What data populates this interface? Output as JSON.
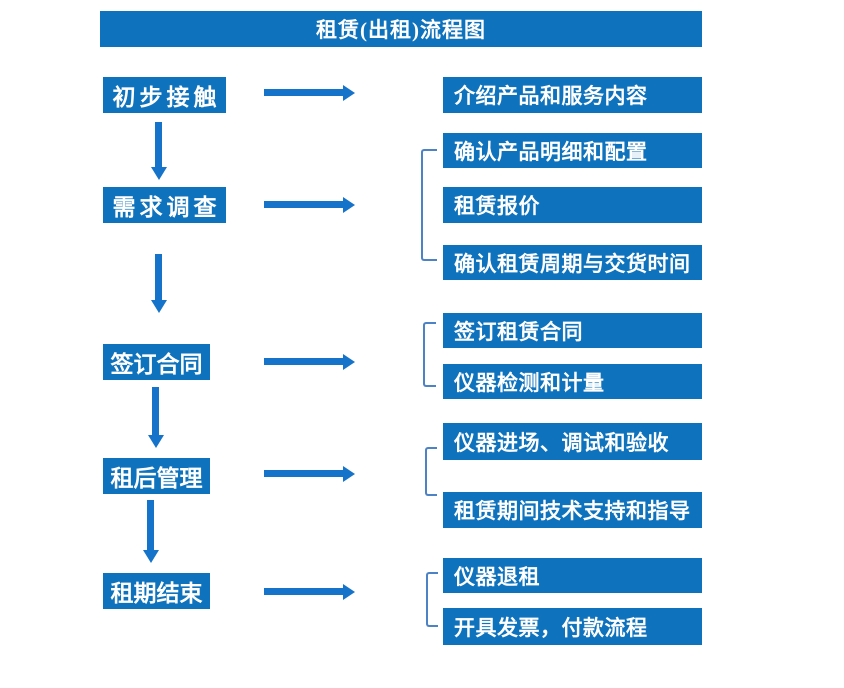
{
  "title": "租赁(出租)流程图",
  "colors": {
    "box_blue": "#0e72bd",
    "arrow_blue": "#1574c9",
    "bracket_blue": "#4d82c4",
    "text_white": "#ffffff"
  },
  "steps": [
    {
      "label": "初步接触",
      "outputs": [
        "介绍产品和服务内容"
      ]
    },
    {
      "label": "需求调查",
      "outputs": [
        "确认产品明细和配置",
        "租赁报价",
        "确认租赁周期与交货时间"
      ]
    },
    {
      "label": "签订合同",
      "outputs": [
        "签订租赁合同",
        "仪器检测和计量"
      ]
    },
    {
      "label": "租后管理",
      "outputs": [
        "仪器进场、调试和验收",
        "租赁期间技术支持和指导"
      ]
    },
    {
      "label": "租期结束",
      "outputs": [
        "仪器退租",
        "开具发票，付款流程"
      ]
    }
  ]
}
